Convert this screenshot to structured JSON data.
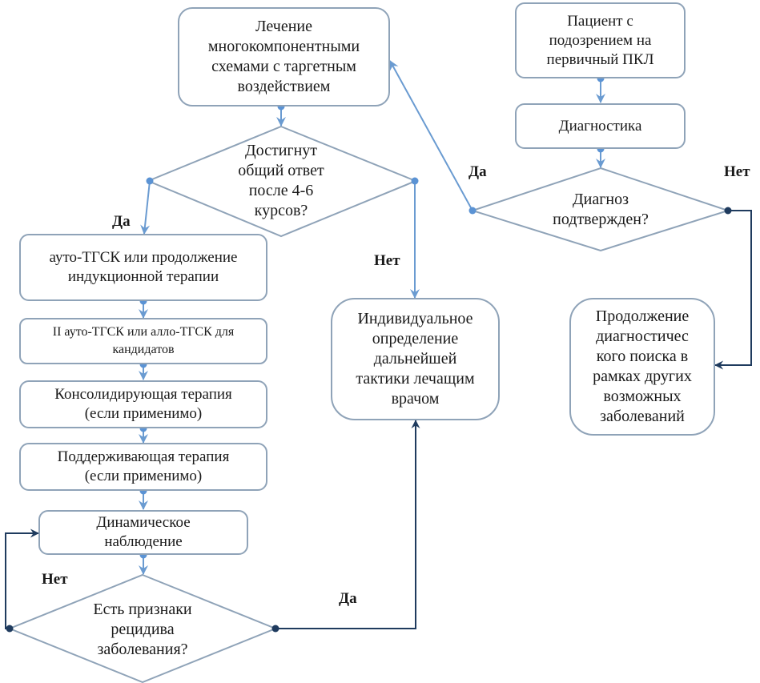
{
  "colors": {
    "box_border": "#8fa3b8",
    "connector_light": "#6a9bd1",
    "connector_dark": "#1f3b5e",
    "text": "#1a1a1a"
  },
  "nodes": {
    "treatment": "Лечение\nмногокомпонентными\nсхемами с таргетным\nвоздействием",
    "response_decision": "Достигнут\nобщий ответ\nпосле 4-6\nкурсов?",
    "auto_htsc": "ауто-ТГСК или продолжение\nиндукционной терапии",
    "second_htsc": "II ауто-ТГСК или алло-ТГСК для\nкандидатов",
    "consolidation": "Консолидирующая терапия\n(если применимо)",
    "maintenance": "Поддерживающая терапия\n(если применимо)",
    "observation": "Динамическое\nнаблюдение",
    "relapse_decision": "Есть признаки\nрецидива\nзаболевания?",
    "individual": "Индивидуальное\nопределение\nдальнейшей\nтактики лечащим\nврачом",
    "patient": "Пациент с\nподозрением на\nпервичный ПКЛ",
    "diagnostics": "Диагностика",
    "diagnosis_decision": "Диагноз\nподтвержден?",
    "continue_search": "Продолжение\nдиагностичес\nкого поиска в\nрамках других\nвозможных\nзаболеваний"
  },
  "labels": {
    "response_yes": "Да",
    "response_no": "Нет",
    "diagnosis_yes": "Да",
    "diagnosis_no": "Нет",
    "relapse_no": "Нет",
    "relapse_yes": "Да"
  }
}
